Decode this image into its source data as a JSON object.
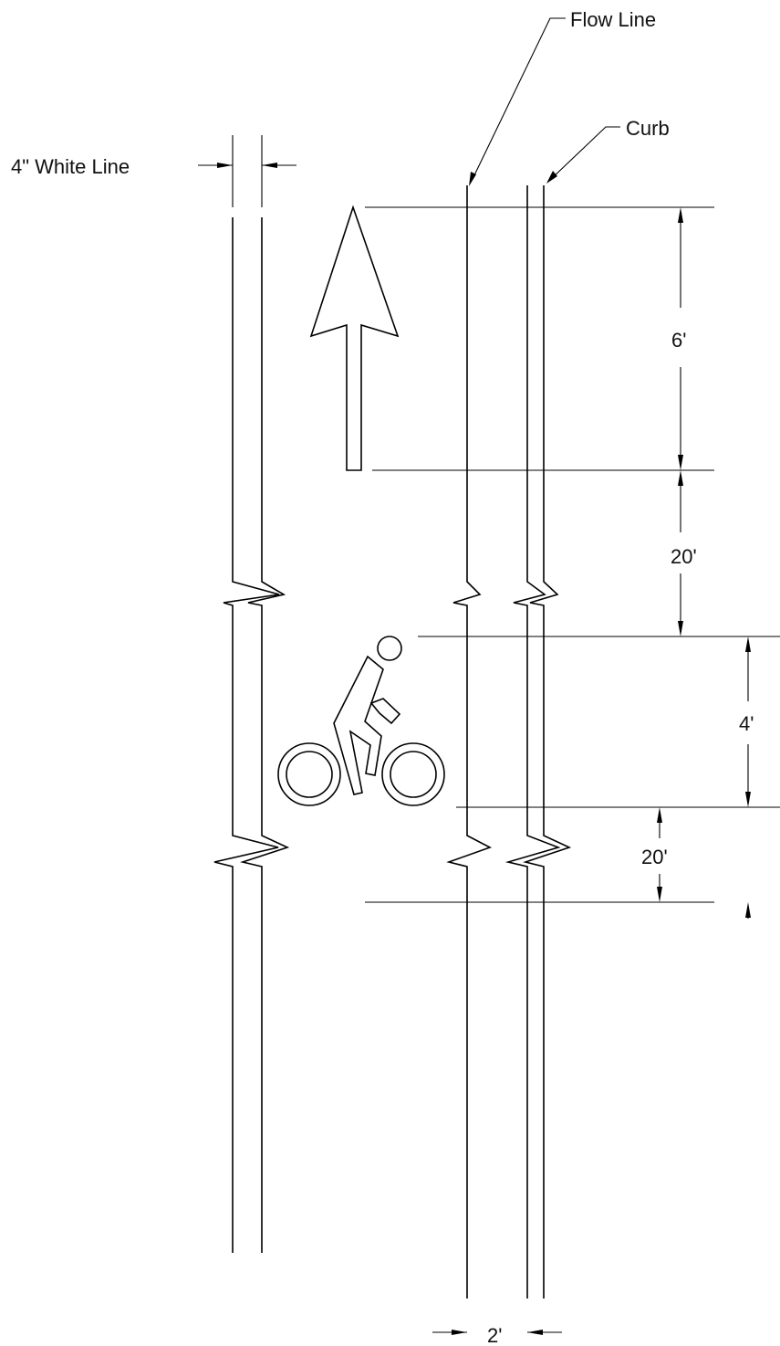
{
  "labels": {
    "white_line": "4\" White Line",
    "flow_line": "Flow Line",
    "curb": "Curb"
  },
  "dimensions": {
    "arrow_length": "6'",
    "arrow_to_symbol": "20'",
    "symbol_length": "4'",
    "symbol_gap": "20'",
    "gutter_width": "2'"
  },
  "icons": [
    "direction-arrow-icon",
    "bicycle-rider-icon"
  ]
}
